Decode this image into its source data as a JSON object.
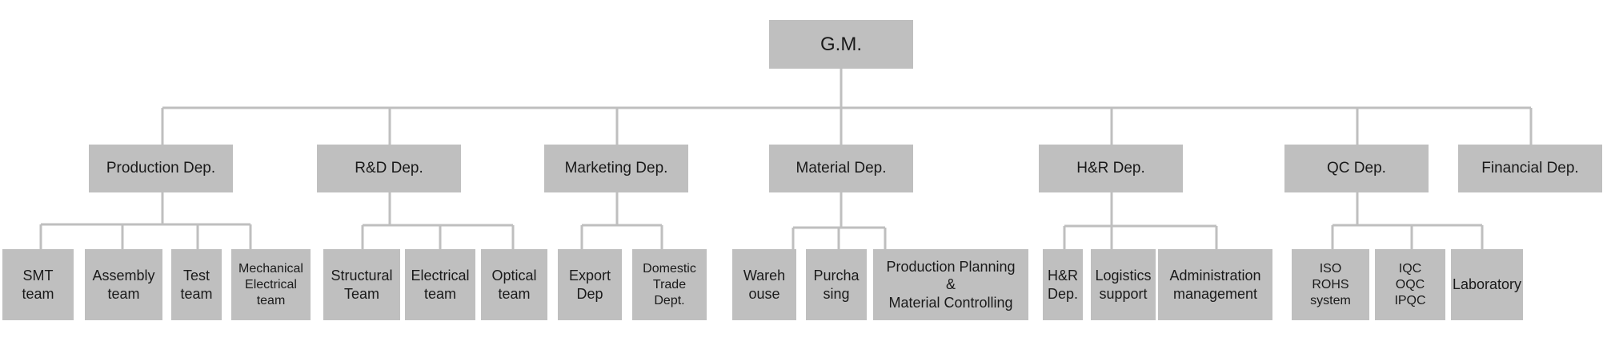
{
  "root": {
    "label": "G.M."
  },
  "departments": [
    {
      "label": "Production Dep.",
      "teams": [
        "SMT\nteam",
        "Assembly\nteam",
        "Test\nteam",
        "Mechanical\nElectrical\nteam"
      ]
    },
    {
      "label": "R&D Dep.",
      "teams": [
        "Structural\nTeam",
        "Electrical\nteam",
        "Optical\nteam"
      ]
    },
    {
      "label": "Marketing Dep.",
      "teams": [
        "Export\nDep",
        "Domestic\nTrade\nDept."
      ]
    },
    {
      "label": "Material  Dep.",
      "teams": [
        "Wareh\nouse",
        "Purcha\nsing",
        "Production Planning\n&\nMaterial Controlling"
      ]
    },
    {
      "label": "H&R Dep.",
      "teams": [
        "H&R\nDep.",
        "Logistics\nsupport",
        "Administration\nmanagement"
      ]
    },
    {
      "label": "QC  Dep.",
      "teams": [
        "ISO\nROHS\nsystem",
        "IQC\nOQC\nIPQC",
        "Laboratory"
      ]
    },
    {
      "label": "Financial Dep.",
      "teams": []
    }
  ],
  "colors": {
    "box": "#bfbfbf",
    "line": "#bfbfbf",
    "text": "#1a1a1a"
  }
}
